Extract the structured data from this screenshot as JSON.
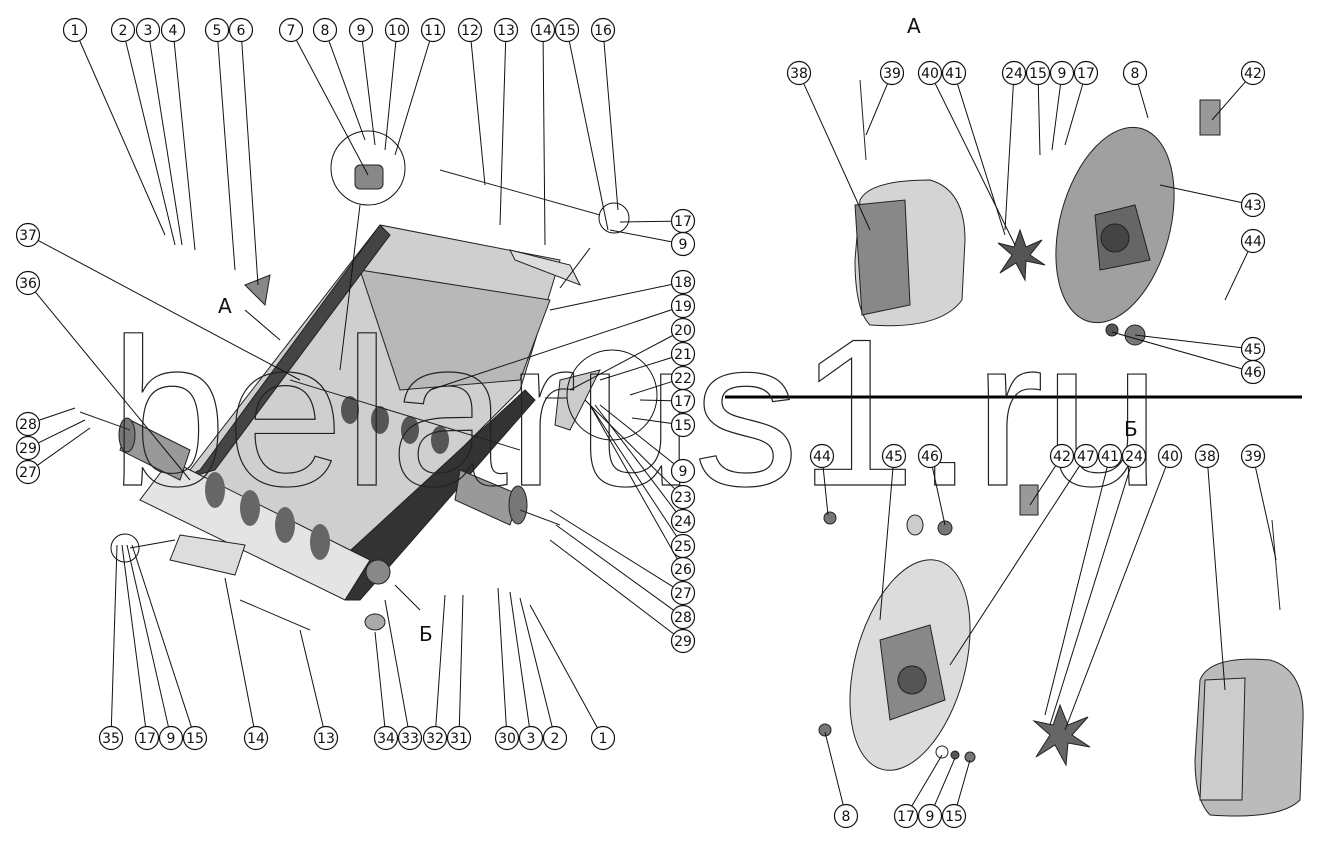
{
  "watermark": "belarus1.ru",
  "view_labels": {
    "view_a_title": "А",
    "view_a_arrow": "А",
    "view_b_title": "Б",
    "view_b_arrow": "Б"
  },
  "callouts": {
    "main_top": [
      "1",
      "2",
      "3",
      "4",
      "5",
      "6",
      "7",
      "8",
      "9",
      "10",
      "11",
      "12",
      "13",
      "14",
      "15",
      "16"
    ],
    "main_right": [
      "17",
      "9",
      "18",
      "19",
      "20",
      "21",
      "22",
      "17",
      "15",
      "9",
      "23",
      "24",
      "25",
      "26",
      "27",
      "28",
      "29"
    ],
    "main_left": [
      "37",
      "36",
      "28",
      "29",
      "27"
    ],
    "main_bottom": [
      "35",
      "17",
      "9",
      "15",
      "14",
      "13",
      "34",
      "33",
      "32",
      "31",
      "30",
      "3",
      "2",
      "1"
    ],
    "view_a": [
      "38",
      "39",
      "40",
      "41",
      "24",
      "15",
      "9",
      "17",
      "8",
      "42",
      "43",
      "44",
      "45",
      "46"
    ],
    "view_b": [
      "44",
      "45",
      "46",
      "42",
      "47",
      "41",
      "24",
      "40",
      "38",
      "39",
      "8",
      "17",
      "9",
      "15"
    ]
  },
  "colors": {
    "line": "#111111",
    "part_light": "#d9d9d9",
    "part_mid": "#a8a8a8",
    "part_dark": "#555555",
    "divider": "#000000"
  }
}
